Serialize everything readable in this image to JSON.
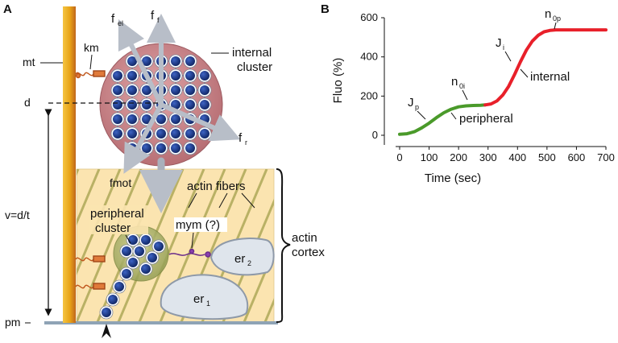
{
  "panel_a": {
    "letter": "A",
    "labels": {
      "mt": "mt",
      "km": "km",
      "d": "d",
      "v": "v=d/t",
      "pm": "pm",
      "f_el": "f",
      "f_el_sub": "el",
      "f_f": "f",
      "f_f_sub": "f",
      "f_r": "f",
      "f_r_sub": "r",
      "f_mot": "fmot",
      "internal_cluster_1": "internal",
      "internal_cluster_2": "cluster",
      "actin_fibers": "actin fibers",
      "peripheral_cluster_1": "peripheral",
      "peripheral_cluster_2": "cluster",
      "mym": "mym (?)",
      "er2": "er",
      "er2_sub": "2",
      "er1": "er",
      "er1_sub": "1",
      "actin_cortex_1": "actin",
      "actin_cortex_2": "cortex"
    },
    "colors": {
      "membrane": "#e8a317",
      "cortex": "#fbe4b0",
      "fiber": "#b9b165",
      "cluster_internal": "#c97e83",
      "cluster_peripheral": "#a7ad63",
      "vesicle": "#1d3b8c",
      "arrow": "#b8bec8",
      "er": "#dfe5ec"
    }
  },
  "panel_b": {
    "letter": "B",
    "labels": {
      "jp": "J",
      "jp_sub": "p",
      "n0i": "n",
      "n0i_sub": "0i",
      "ji": "J",
      "ji_sub": "i",
      "n0p": "n",
      "n0p_sub": "0p",
      "peripheral": "peripheral",
      "internal": "internal"
    }
  },
  "chart_data": {
    "type": "line",
    "xlabel": "Time (sec)",
    "ylabel": "Fluo (%)",
    "xlim": [
      0,
      700
    ],
    "ylim": [
      0,
      600
    ],
    "xticks": [
      0,
      100,
      200,
      300,
      400,
      500,
      600,
      700
    ],
    "yticks": [
      0,
      200,
      400,
      600
    ],
    "series": [
      {
        "color": "#4a9a2a",
        "x": [
          0,
          25,
          50,
          75,
          100,
          125,
          150,
          175,
          200,
          225,
          250,
          275,
          290
        ],
        "y": [
          5,
          8,
          18,
          38,
          62,
          90,
          115,
          133,
          145,
          150,
          152,
          153,
          155
        ]
      },
      {
        "color": "#e8202a",
        "x": [
          290,
          310,
          330,
          350,
          370,
          390,
          410,
          430,
          450,
          470,
          490,
          510,
          530,
          560,
          600,
          650,
          700
        ],
        "y": [
          155,
          160,
          175,
          205,
          250,
          310,
          375,
          435,
          480,
          510,
          528,
          535,
          538,
          538,
          538,
          538,
          538
        ]
      }
    ]
  }
}
